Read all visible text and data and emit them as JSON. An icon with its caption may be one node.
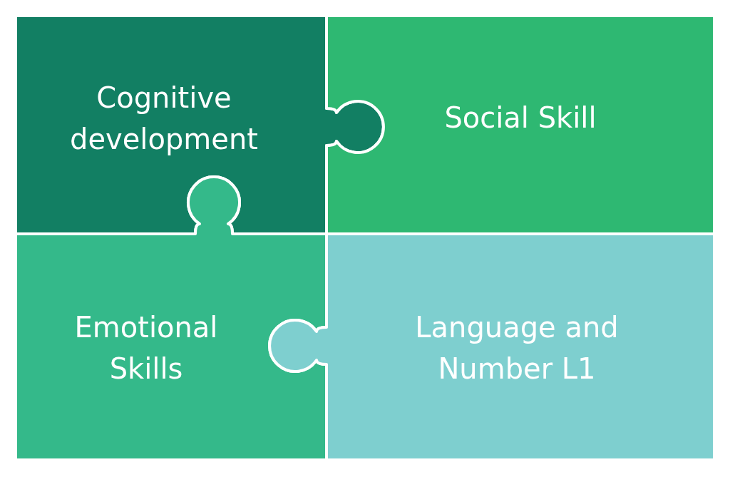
{
  "diagram": {
    "nodes": [
      {
        "text": [
          "Cognitive development"
        ]
      },
      {
        "text": [
          "Social Skill"
        ]
      },
      {
        "text": [
          "Emotional Skills"
        ]
      },
      {
        "text": [
          "Language and Number L1"
        ]
      }
    ]
  }
}
